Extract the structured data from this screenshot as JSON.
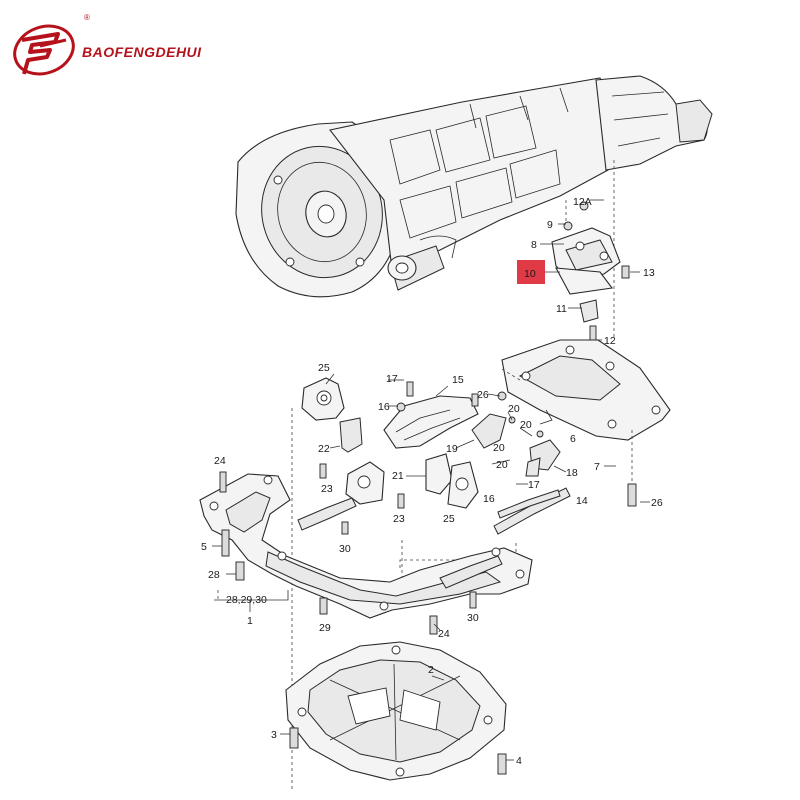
{
  "brand": {
    "logo_letters": "BF",
    "name": "BAOFENGDEHUI",
    "registered_mark": "®",
    "color": "#b5121b"
  },
  "highlight_color": "#e03a47",
  "labels": {
    "l12a": "12A",
    "l9": "9",
    "l8": "8",
    "l10": "10",
    "l13": "13",
    "l11": "11",
    "l12": "12",
    "l25a": "25",
    "l17a": "17",
    "l15": "15",
    "l26a": "26",
    "l16a": "16",
    "l20a": "20",
    "l22": "22",
    "l19": "19",
    "l20b": "20",
    "l20c": "20",
    "l6": "6",
    "l24a": "24",
    "l21": "21",
    "l20d": "20",
    "l18": "18",
    "l7": "7",
    "l23a": "23",
    "l17b": "17",
    "l16b": "16",
    "l14": "14",
    "l26b": "26",
    "l23b": "23",
    "l25b": "25",
    "l5": "5",
    "l30a": "30",
    "l28": "28",
    "l282930": "28,29,30",
    "l1": "1",
    "l29": "29",
    "l30b": "30",
    "l24b": "24",
    "l2": "2",
    "l3": "3",
    "l4": "4"
  }
}
